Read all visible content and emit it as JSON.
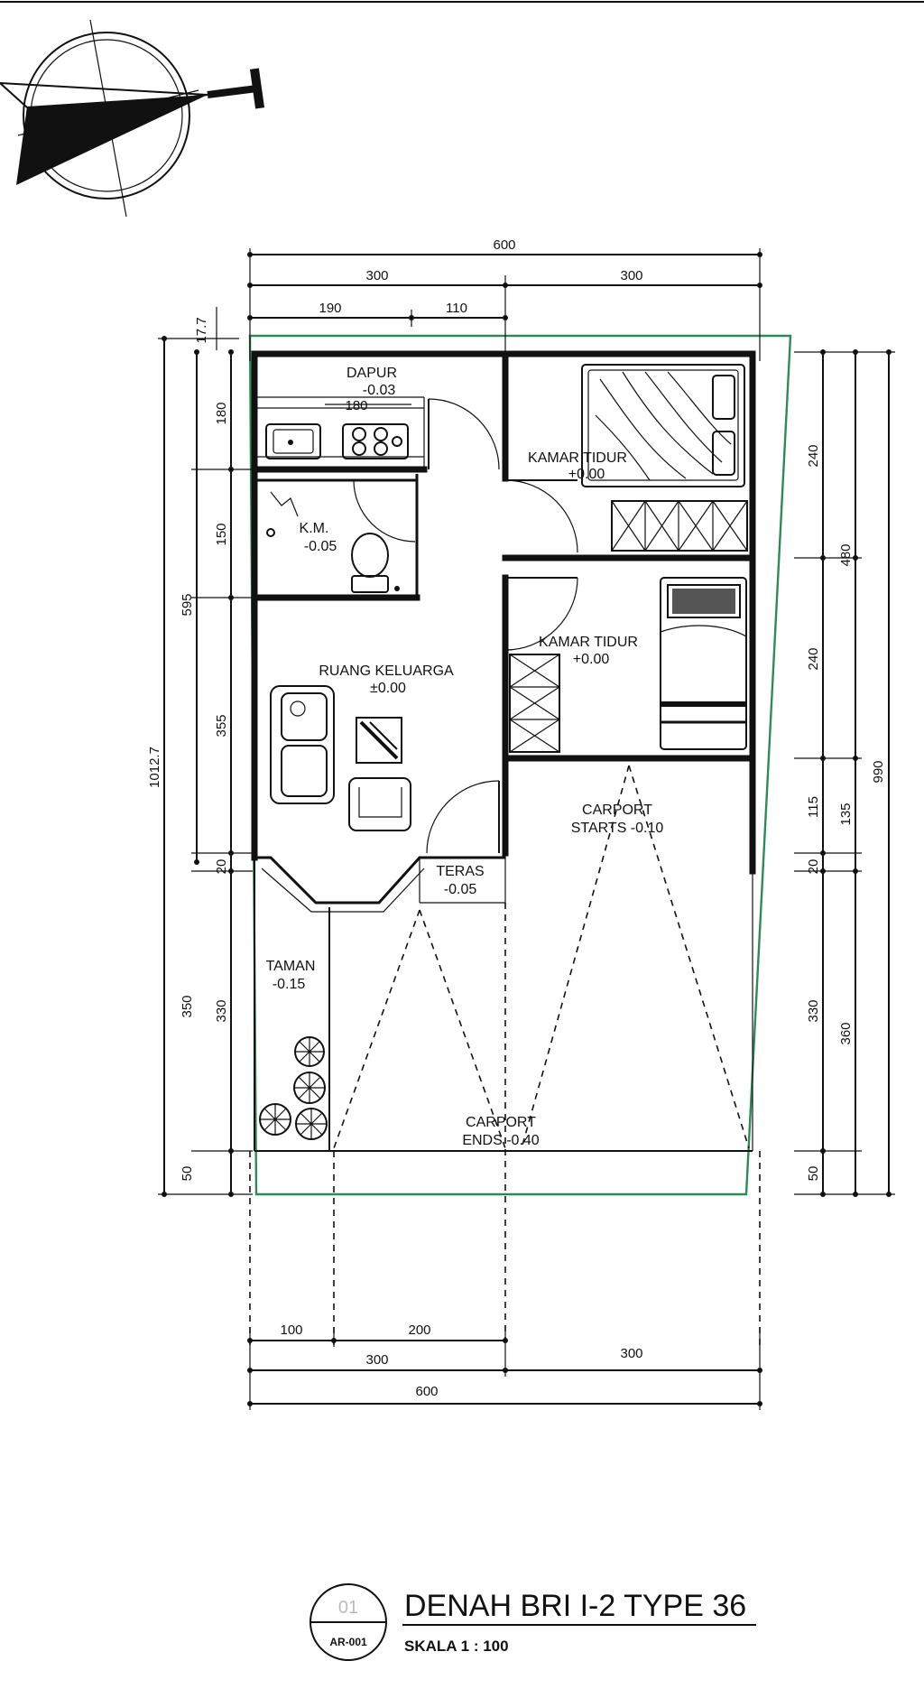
{
  "rooms": {
    "dapur": {
      "name": "DAPUR",
      "level": "-0.03"
    },
    "km": {
      "name": "K.M.",
      "level": "-0.05"
    },
    "kamar_tidur_1": {
      "name": "KAMAR TIDUR",
      "level": "+0.00"
    },
    "kamar_tidur_2": {
      "name": "KAMAR TIDUR",
      "level": "+0.00"
    },
    "ruang_keluarga": {
      "name": "RUANG KELUARGA",
      "level": "±0.00"
    },
    "teras": {
      "name": "TERAS",
      "level": "-0.05"
    },
    "taman": {
      "name": "TAMAN",
      "level": "-0.15"
    },
    "carport_start": {
      "name": "CARPORT",
      "level": "STARTS -0.10"
    },
    "carport_end": {
      "name": "CARPORT",
      "level": "ENDS -0.40"
    }
  },
  "dimensions": {
    "top_total": "600",
    "top_left": "300",
    "top_right": "300",
    "top_sub_left": "190",
    "top_sub_right": "110",
    "top_offset": "17.7",
    "kitchen_counter": "180",
    "left_total": "1012.7",
    "left_upper": "595",
    "left_1": "180",
    "left_2": "150",
    "left_3": "355",
    "left_4": "20",
    "left_5": "350",
    "left_6": "330",
    "left_bottom": "50",
    "right_total": "990",
    "right_upper": "480",
    "right_1": "240",
    "right_2": "240",
    "right_3": "115",
    "right_4": "135",
    "right_5": "20",
    "right_6": "330",
    "right_7": "360",
    "right_bottom": "50",
    "bottom_sub_left": "100",
    "bottom_sub_right": "200",
    "bottom_left": "300",
    "bottom_right": "300",
    "bottom_total": "600"
  },
  "title_block": {
    "number": "01",
    "sheet": "AR-001",
    "title": "DENAH BRI I-2 TYPE 36",
    "scale": "SKALA 1 : 100"
  },
  "icons": [
    "north-arrow-icon",
    "tree-icon",
    "door-swing-icon",
    "bed-icon",
    "sofa-icon",
    "toilet-icon",
    "stove-icon",
    "sink-icon"
  ],
  "colors": {
    "ink": "#111111",
    "boundary": "#2e8b57"
  }
}
